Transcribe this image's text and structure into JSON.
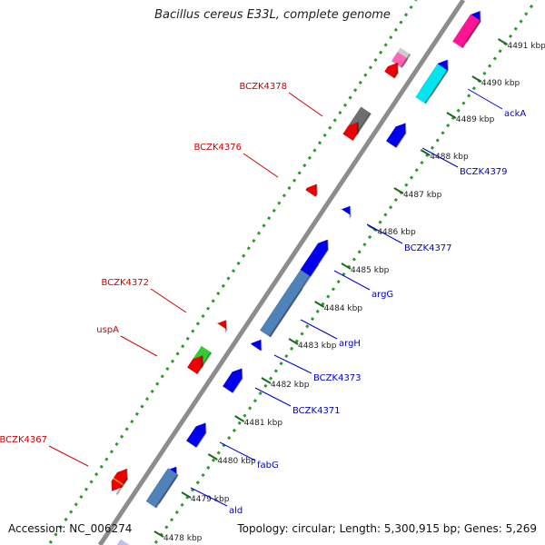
{
  "title": "Bacillus cereus E33L, complete genome",
  "accession": "Accession: NC_006274",
  "summary": "Topology: circular; Length: 5,300,915 bp; Genes: 5,269",
  "colors": {
    "backbone": "#8c8c8c",
    "dots": "#2a9a2a",
    "reverse_label": "#cc0000",
    "forward_label": "#0000cc",
    "blue": "#0000ee",
    "red": "#ee0000",
    "steelblue": "#4f82b8",
    "cyan": "#00e5ee",
    "magenta": "#ff1493",
    "gray": "#6e6e6e",
    "lightgray": "#cccccc",
    "green": "#33cc33",
    "orange": "#ff8c00",
    "pink": "#ff66b2",
    "lavender": "#bdbdf5"
  },
  "tick_labels": [
    "4478 kbp",
    "4479 kbp",
    "4480 kbp",
    "4481 kbp",
    "4482 kbp",
    "4483 kbp",
    "4484 kbp",
    "4485 kbp",
    "4486 kbp",
    "4487 kbp",
    "4488 kbp",
    "4489 kbp",
    "4490 kbp",
    "4491 kbp"
  ],
  "forward_labels": [
    "ald",
    "fabG",
    "BCZK4371",
    "BCZK4373",
    "argH",
    "argG",
    "BCZK4377",
    "BCZK4379",
    "ackA"
  ],
  "reverse_labels": [
    "BCZK4367",
    "uspA",
    "BCZK4372",
    "BCZK4376",
    "BCZK4378"
  ]
}
